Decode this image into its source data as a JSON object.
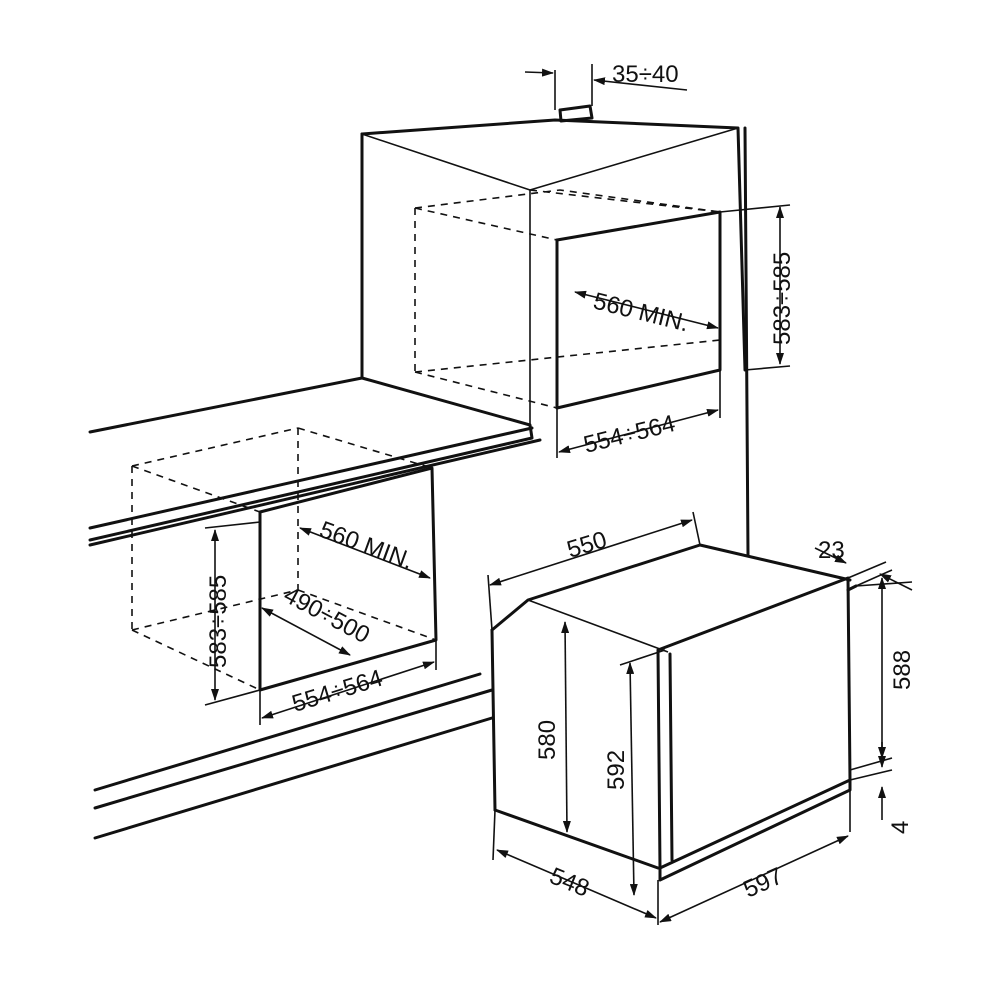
{
  "diagram": {
    "wall_unit": {
      "top_gap": "35÷40",
      "height": "583÷585",
      "depth_min": "560 MIN.",
      "width": "554÷564"
    },
    "under_counter": {
      "height": "583÷585",
      "depth_min": "560 MIN.",
      "depth": "490÷500",
      "width": "554÷564"
    },
    "oven": {
      "depth_top": "550",
      "door_thickness": "23",
      "front_height": "588",
      "bottom_gap": "4",
      "body_height": "580",
      "total_height": "592",
      "body_depth": "548",
      "front_width": "597"
    }
  }
}
